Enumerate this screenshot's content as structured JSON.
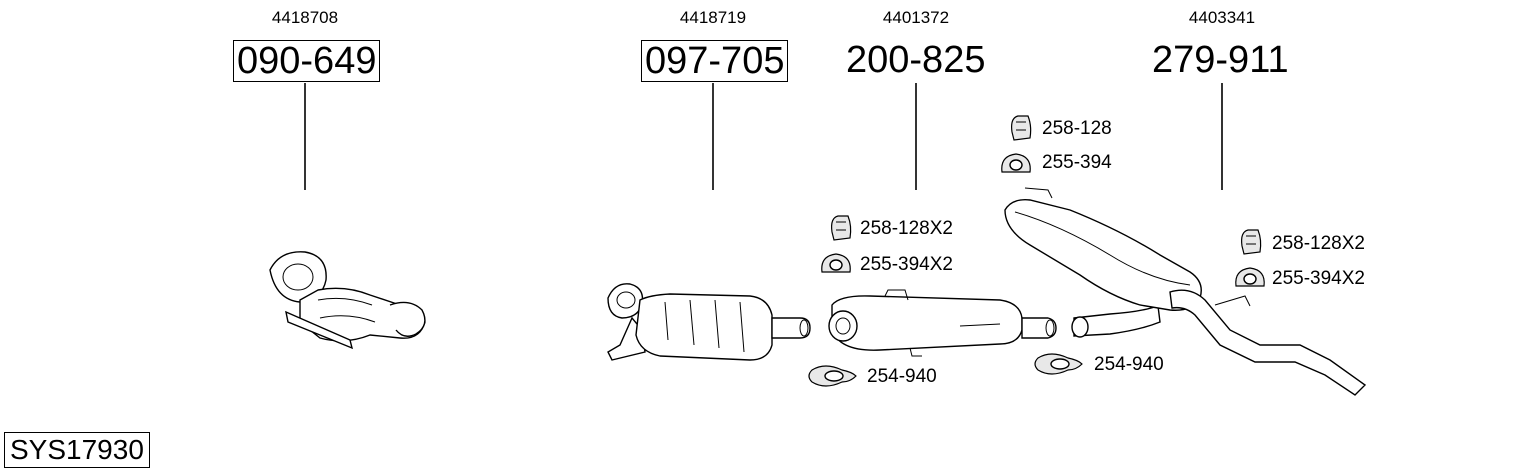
{
  "parts": [
    {
      "oem": "4418708",
      "number": "090-649"
    },
    {
      "oem": "4418719",
      "number": "097-705"
    },
    {
      "oem": "4401372",
      "number": "200-825"
    },
    {
      "oem": "4403341",
      "number": "279-911"
    }
  ],
  "accessories": {
    "mid_rubber": "258-128X2",
    "mid_hanger": "255-394X2",
    "mid_clamp": "254-940",
    "rear_rubber": "258-128",
    "rear_hanger": "255-394",
    "rear_clamp": "254-940",
    "tail_rubber": "258-128X2",
    "tail_hanger": "255-394X2"
  },
  "system_id": "SYS17930"
}
